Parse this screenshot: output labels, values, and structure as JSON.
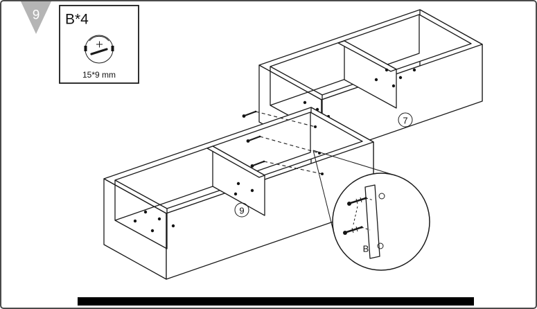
{
  "step": {
    "number": "9"
  },
  "parts_box": {
    "part_label": "B*4",
    "part_size": "15*9 mm",
    "icon": "cam-lock-fitting-icon"
  },
  "units": {
    "right": {
      "label": "7"
    },
    "left": {
      "label": "9"
    }
  },
  "detail": {
    "label": "B"
  },
  "colors": {
    "line": "#1a1a1a",
    "step_triangle": "#b5b5b5",
    "bottom_bar": "#000000",
    "background": "#ffffff"
  }
}
